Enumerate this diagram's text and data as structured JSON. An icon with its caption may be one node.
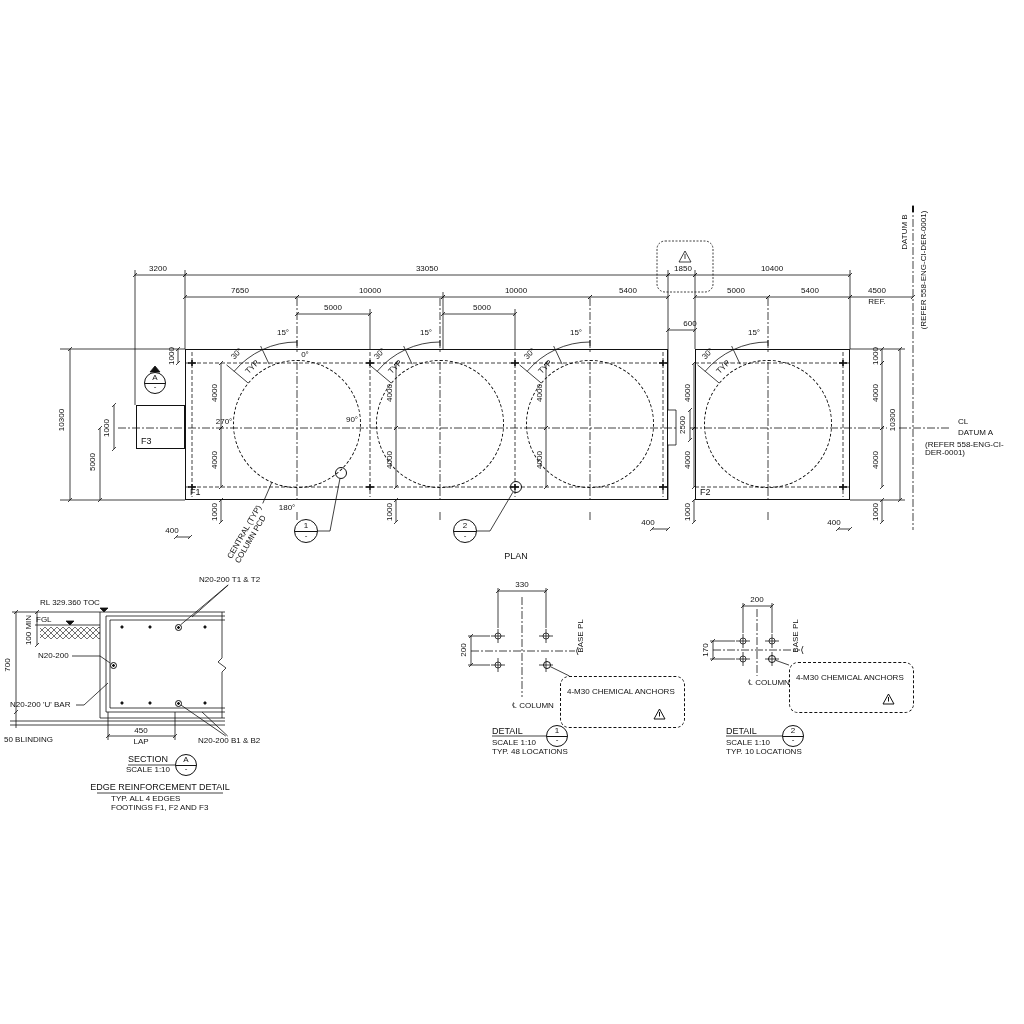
{
  "diagram": {
    "nodes": [
      {
        "text": [
          "F1"
        ]
      },
      {
        "text": [
          "F2"
        ]
      },
      {
        "text": [
          "F3"
        ]
      },
      {
        "text": [],
        "shape": "circle",
        "in": 0
      },
      {
        "text": [],
        "shape": "circle",
        "in": 0
      },
      {
        "text": [],
        "shape": "circle",
        "in": 0
      },
      {
        "text": [],
        "shape": "circle",
        "in": 1
      },
      {
        "text": [
          "A",
          "-"
        ]
      },
      {
        "text": [],
        "shape": "circle",
        "in": 3
      },
      {
        "text": [],
        "shape": "circle",
        "in": 0
      },
      {
        "text": [
          "1",
          "-"
        ]
      },
      {
        "text": [
          "2",
          "-"
        ]
      },
      {
        "text": [
          "CENTRAL (TYP) COLUMN PCD"
        ]
      },
      {
        "text": [
          "N20-200 T1 & T2"
        ]
      },
      {
        "text": [
          "N20-200"
        ]
      },
      {
        "text": [
          "N20-200 'U' BAR"
        ]
      },
      {
        "text": [
          "N20-200 B1 & B2"
        ]
      },
      {
        "text": [
          "A",
          "-"
        ]
      },
      {
        "text": [
          "4-M30 CHEMICAL ANCHORS"
        ]
      },
      {
        "text": [],
        "shape": "circle"
      },
      {
        "text": [
          "1",
          "-"
        ]
      },
      {
        "text": [
          "4-M30 CHEMICAL ANCHORS"
        ]
      },
      {
        "text": [],
        "shape": "circle"
      },
      {
        "text": [
          "2",
          "-"
        ]
      },
      {
        "text": [],
        "shape": "circle"
      },
      {
        "text": [],
        "shape": "circle"
      },
      {
        "text": [],
        "shape": "circle"
      }
    ],
    "edges": [
      {
        "from": 10,
        "to": 8,
        "arrow": "none"
      },
      {
        "from": 11,
        "to": 9,
        "arrow": "none"
      },
      {
        "from": 12,
        "to": 3,
        "arrow": "none"
      },
      {
        "from": 13,
        "to": 24,
        "arrow": "none"
      },
      {
        "from": 13,
        "to": null,
        "arrow": "none"
      },
      {
        "from": 14,
        "to": 26,
        "arrow": "none"
      },
      {
        "from": 15,
        "to": null,
        "arrow": "none"
      },
      {
        "from": 16,
        "to": 25,
        "arrow": "none"
      },
      {
        "from": 16,
        "to": null,
        "arrow": "none"
      },
      {
        "from": 18,
        "to": 19,
        "arrow": "none"
      },
      {
        "from": 21,
        "to": 22,
        "arrow": "none"
      }
    ],
    "labels": [
      "DATUM B",
      "(REFER 558-ENG-CI-DER-0001)",
      "3200",
      "33050",
      "1850",
      "10400",
      "7650",
      "10000",
      "10000",
      "5400",
      "5000",
      "5400",
      "4500",
      "REF.",
      "5000",
      "5000",
      "600",
      "30°",
      "TYP.",
      "15°",
      "30°",
      "TYP.",
      "15°",
      "30°",
      "TYP.",
      "15°",
      "30°",
      "TYP.",
      "15°",
      "0°",
      "1000",
      "1000",
      "4000",
      "4000",
      "4000",
      "4000",
      "4000",
      "10300",
      "1000",
      "270°",
      "90°",
      "2500",
      "10300",
      "CL",
      "DATUM A",
      "(REFER 558-ENG-CI-DER-0001)",
      "5000",
      "4000",
      "4000",
      "4000",
      "4000",
      "4000",
      "180°",
      "1000",
      "1000",
      "1000",
      "1000",
      "400",
      "400",
      "400",
      "PLAN",
      "RL 329.360 TOC",
      "FGL",
      "100 MIN",
      "700",
      "50 BLINDING",
      "450",
      "LAP",
      "SECTION",
      "SCALE 1:10",
      "EDGE REINFORCEMENT DETAIL",
      "TYP. ALL 4 EDGES",
      "FOOTINGS F1, F2 AND F3",
      "330",
      "200",
      "BASE PL",
      "℄ COLUMN",
      "DETAIL",
      "SCALE 1:10",
      "TYP. 48 LOCATIONS",
      "200",
      "170",
      "BASE PL",
      "℄ COLUMN",
      "DETAIL",
      "SCALE 1:10",
      "TYP. 10 LOCATIONS"
    ]
  }
}
